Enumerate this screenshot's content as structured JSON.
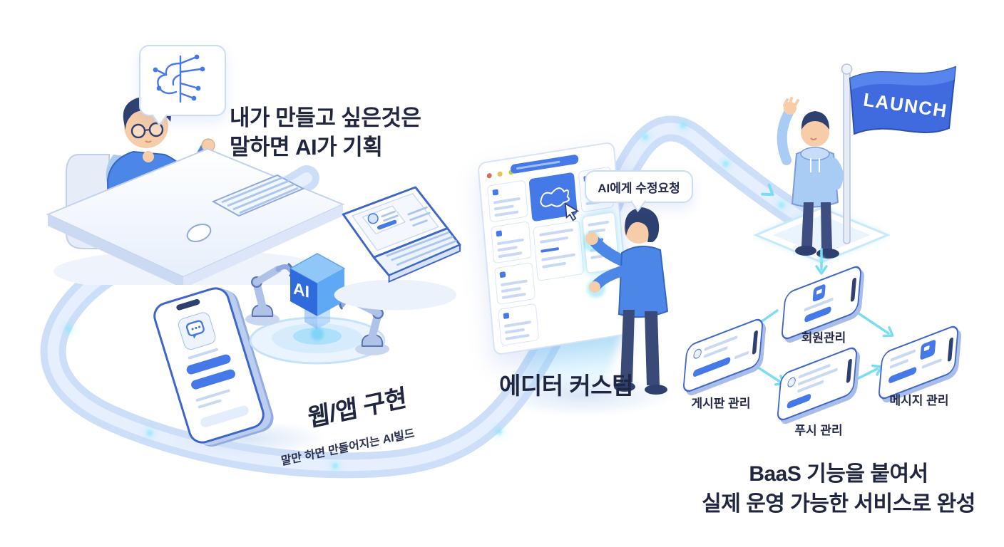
{
  "colors": {
    "text_dark": "#20263F",
    "accent_blue": "#4679E8",
    "flag_blue": "#3F6BDE",
    "road_blue": "#CDDEF8",
    "glow_cyan": "#8FE8FB",
    "hoodie_blue": "#4C86E6",
    "hoodie_light": "#A9CCF4"
  },
  "step_plan": {
    "title_line1": "내가 만들고 싶은것은",
    "title_line2": "말하면 AI가 기획"
  },
  "step_build": {
    "title": "웹/앱 구현",
    "subtitle": "말만 하면 만들어지는 AI빌드",
    "cube_label": "AI"
  },
  "step_editor": {
    "title": "에디터 커스텀",
    "bubble_text": "AI에게 수정요청"
  },
  "step_launch": {
    "flag_label": "LAUNCH",
    "title_line1": "BaaS 기능을 붙여서",
    "title_line2": "실제 운영 가능한 서비스로 완성",
    "nodes": [
      {
        "label": "회원관리"
      },
      {
        "label": "게시판 관리"
      },
      {
        "label": "푸시 관리"
      },
      {
        "label": "메시지 관리"
      }
    ]
  }
}
